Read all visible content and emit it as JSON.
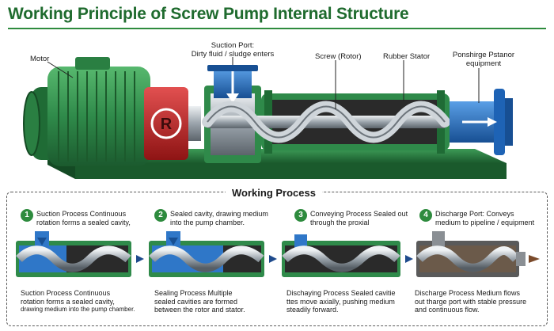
{
  "title": "Working Principle of Screw Pump Internal Structure",
  "labels": {
    "motor": "Motor",
    "suction_port_line1": "Suction Port:",
    "suction_port_line2": "Dirty fluid / sludge enters",
    "screw": "Screw (Rotor)",
    "stator": "Rubber Stator",
    "discharge_line1": "Ponshirge Pstanor",
    "discharge_line2": "equipment"
  },
  "process": {
    "heading": "Working Process",
    "steps": [
      {
        "number": "1",
        "title": "Suction Process Continuous rotation forms a sealed cavity,",
        "desc_line1": "Suction Process Continuous",
        "desc_line2": "rotation forms a sealed cavity,",
        "desc_line3": "drawing medium into the pump chamber."
      },
      {
        "number": "2",
        "title": "Sealed cavity, drawing medium into the pump chamber.",
        "desc_line1": "Sealing Process Multiple",
        "desc_line2": "sealed cavities are formed",
        "desc_line3": "between the rotor and stator."
      },
      {
        "number": "3",
        "title": "Conveying Process Sealed out through the proxial",
        "desc_line1": "Dischaying Process Sealed cavitie",
        "desc_line2": "ttes move axially, pushing medium",
        "desc_line3": "steadily forward."
      },
      {
        "number": "4",
        "title": "Discharge Port: Conveys medium to pipeline / equipment",
        "desc_line1": "Discharge Process Medium flows",
        "desc_line2": "out tharge port with stable pressure",
        "desc_line3": "and continuous flow."
      }
    ]
  },
  "icons": {
    "logo": "coupling-logo-icon",
    "flow_arrow": "flow-arrow-icon"
  },
  "colors": {
    "title": "#1f6b2e",
    "motor": "#2f8a4a",
    "coupling": "#c62828",
    "fluid": "#1e63b5",
    "steel": "#a9b0b7"
  }
}
